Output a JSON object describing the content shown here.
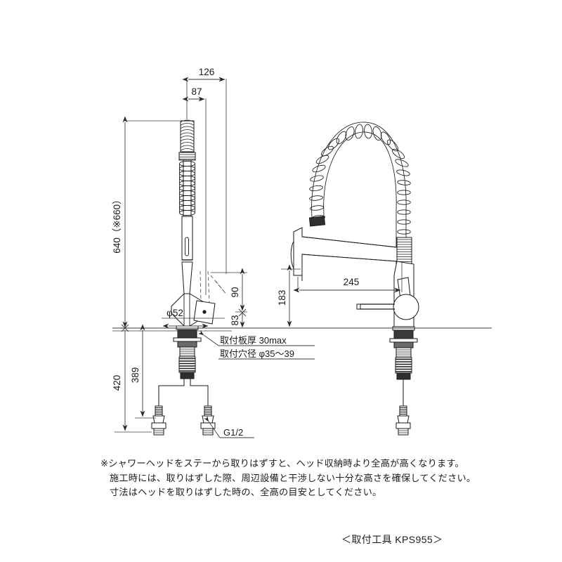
{
  "drawing": {
    "title_note_tool": "＜取付工具 KPS955＞",
    "dimensions": {
      "top_overall_width": "126",
      "top_inner_width": "87",
      "total_height": "640（※660）",
      "spout_height_upper": "90",
      "spout_height_lower": "83",
      "right_spout_height": "183",
      "right_reach": "245",
      "shank_diameter": "φ52",
      "below_deck_overall": "420",
      "below_deck_hose": "389"
    },
    "callouts": {
      "deck_thickness": "取付板厚 30max",
      "hole_diameter": "取付穴径 φ35〜39",
      "connection_thread": "G1/2"
    },
    "notes": [
      "※シャワーヘッドをステーから取りはずすと、ヘッド収納時より全高が高くなります。",
      "施工時には、取りはずした際、周辺設備と干渉しない十分な高さを確保してください。",
      "寸法はヘッドを取りはずした時の、全高の目安としてください。"
    ],
    "colors": {
      "line": "#1a1a1a",
      "dim_line": "#3b3b3b",
      "fill_dark": "#3a3a3a",
      "background": "#ffffff"
    }
  }
}
